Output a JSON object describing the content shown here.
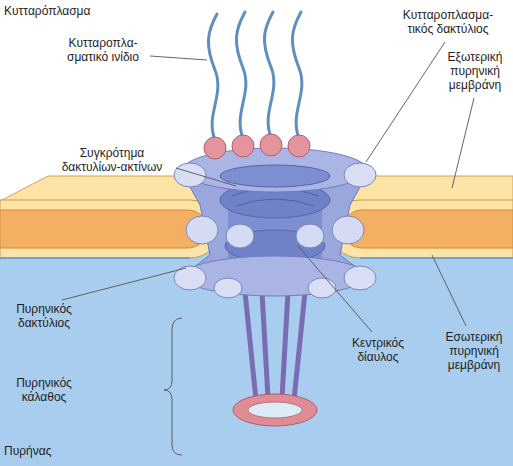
{
  "diagram": {
    "labels": [
      "Κυτταρόπλασμα",
      "Κυτταροπλα- σματικό ινίδιο",
      "Κυτταροπλασμα- τικός δακτύλιος",
      "Εξωτερική πυρηνική μεμβράνη",
      "Συγκρότημα δακτυλίων-ακτίνων",
      "Πυρηνικός δακτύλιος",
      "Κεντρικός δίαυλος",
      "Εσωτερική πυρηνική μεμβράνη",
      "Πυρηνικός κάλαθος",
      "Πυρήνας"
    ]
  }
}
